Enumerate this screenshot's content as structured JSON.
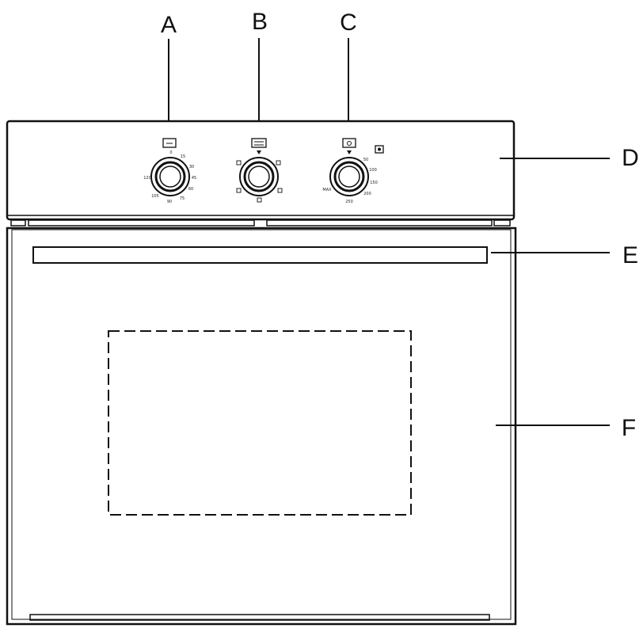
{
  "callouts": {
    "a": "A",
    "b": "B",
    "c": "C",
    "d": "D",
    "e": "E",
    "f": "F"
  },
  "knob_a": {
    "symbol": "timer-icon",
    "scale": [
      "0",
      "15",
      "30",
      "45",
      "60",
      "75",
      "90",
      "105",
      "120"
    ]
  },
  "knob_b": {
    "symbol": "function-selector-icon"
  },
  "knob_c": {
    "symbol": "thermostat-icon",
    "scale": [
      "50",
      "100",
      "150",
      "200",
      "250",
      "MAX"
    ]
  },
  "colors": {
    "line": "#111111",
    "background": "#ffffff"
  }
}
